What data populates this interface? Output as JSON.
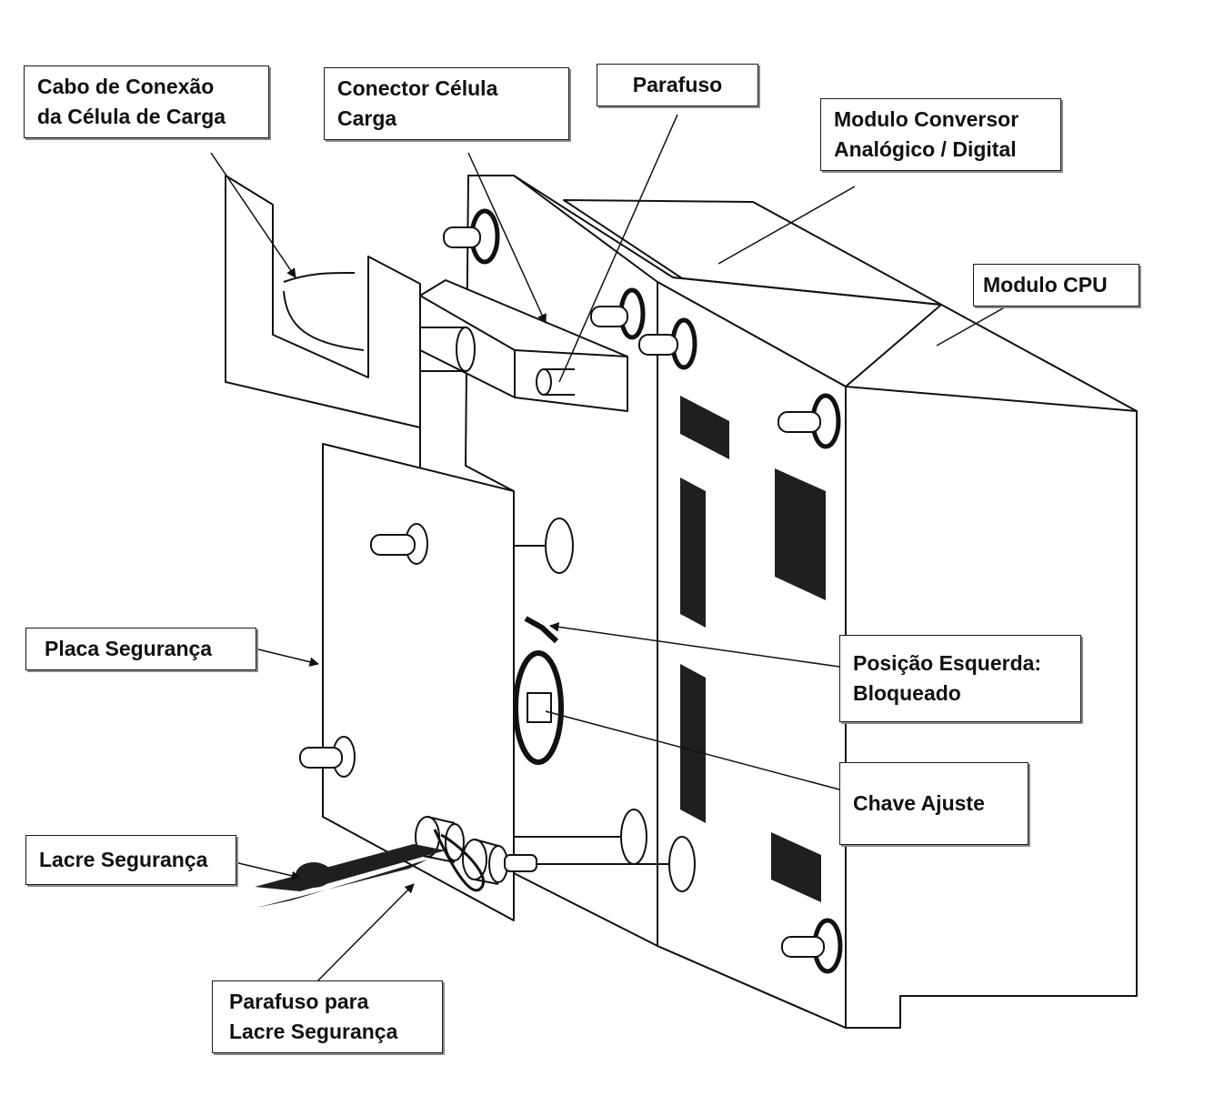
{
  "colors": {
    "ink": "#111111",
    "paper": "#ffffff",
    "shade": "#1f1f1f"
  },
  "callouts": {
    "cabo": {
      "line1": "Cabo de Conexão",
      "line2": "da Célula de Carga"
    },
    "conector": {
      "line1": "Conector Célula",
      "line2": "Carga"
    },
    "parafuso": {
      "line1": "Parafuso"
    },
    "modulo_conversor": {
      "line1": "Modulo Conversor",
      "line2": "Analógico / Digital"
    },
    "modulo_cpu": {
      "line1": "Modulo CPU"
    },
    "placa_seguranca": {
      "line1": "Placa Segurança"
    },
    "posicao_esquerda": {
      "line1": "Posição Esquerda:",
      "line2": "Bloqueado"
    },
    "chave_ajuste": {
      "line1": "Chave Ajuste"
    },
    "lacre_seguranca": {
      "line1": "Lacre Segurança"
    },
    "parafuso_lacre": {
      "line1": "Parafuso para",
      "line2": "Lacre Segurança"
    }
  }
}
